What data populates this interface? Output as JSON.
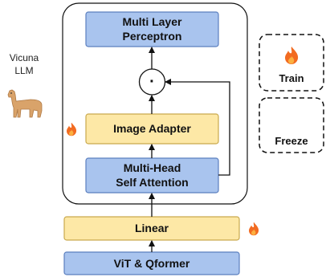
{
  "llm": {
    "label_line1": "Vicuna",
    "label_line2": "LLM",
    "icon": "llama-icon"
  },
  "blocks": {
    "mlp": {
      "line1": "Multi Layer",
      "line2": "Perceptron",
      "state": "frozen"
    },
    "dot_operator": {
      "symbol": "·"
    },
    "image_adapter": {
      "label": "Image Adapter",
      "state": "trainable"
    },
    "mhsa": {
      "line1": "Multi-Head",
      "line2": "Self Attention",
      "state": "frozen"
    },
    "linear": {
      "label": "Linear",
      "state": "trainable"
    },
    "vit_qformer": {
      "label": "ViT & Qformer",
      "state": "frozen"
    }
  },
  "legend": {
    "train": {
      "label": "Train",
      "icon": "flame-icon"
    },
    "freeze": {
      "label": "Freeze",
      "icon": "snowflake-icon"
    }
  },
  "colors": {
    "frozen_fill": "#a9c4ee",
    "frozen_stroke": "#5b7fbf",
    "trainable_fill": "#fde8a6",
    "trainable_stroke": "#c9a94e",
    "flame_outer": "#f26b21",
    "flame_inner": "#fbb040",
    "llama": "#d9a36a"
  }
}
